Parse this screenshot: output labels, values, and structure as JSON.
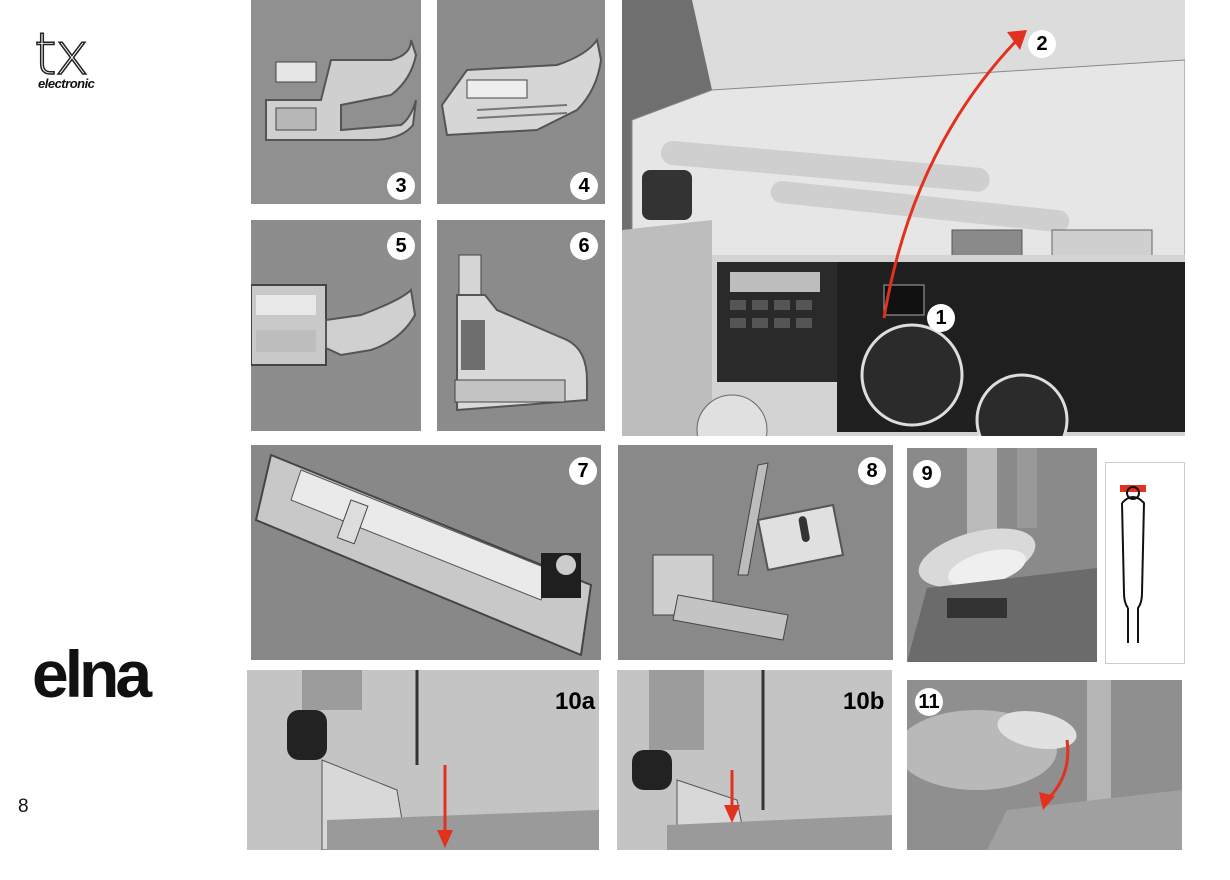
{
  "brand": {
    "logo": "tx",
    "logo_sub": "electronic",
    "maker": "elna"
  },
  "page_number": "8",
  "figures": {
    "f3": "3",
    "f4": "4",
    "f5": "5",
    "f6": "6",
    "main_callout_1": "1",
    "main_callout_2": "2",
    "f7": "7",
    "f8": "8",
    "f9": "9",
    "f10a": "10a",
    "f10b": "10b",
    "f11": "11"
  },
  "accent_color": "#e2311f"
}
